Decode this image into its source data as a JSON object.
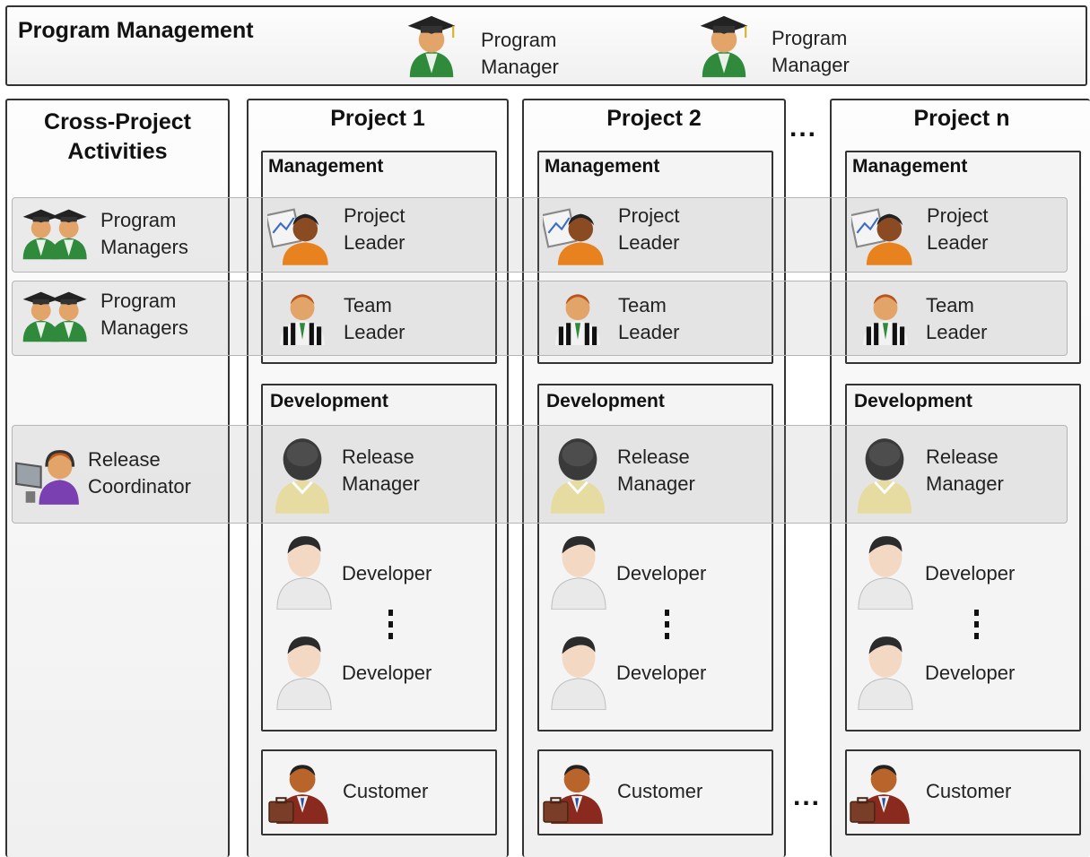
{
  "program_management": {
    "title": "Program Management",
    "managers": [
      {
        "label_line1": "Program",
        "label_line2": "Manager",
        "icon": "graduate-icon"
      },
      {
        "label_line1": "Program",
        "label_line2": "Manager",
        "icon": "graduate-icon"
      }
    ]
  },
  "cross_project": {
    "title_line1": "Cross-Project",
    "title_line2": "Activities",
    "rows": [
      {
        "label_line1": "Program",
        "label_line2": "Managers",
        "icon": "graduates-icon"
      },
      {
        "label_line1": "Program",
        "label_line2": "Managers",
        "icon": "graduates-icon"
      },
      {
        "label_line1": "Release",
        "label_line2": "Coordinator",
        "icon": "operator-icon"
      }
    ]
  },
  "ellipsis": "...",
  "projects": [
    {
      "title": "Project 1",
      "management_title": "Management",
      "project_leader": [
        "Project",
        "Leader"
      ],
      "team_leader": [
        "Team",
        "Leader"
      ],
      "development_title": "Development",
      "release_manager": [
        "Release",
        "Manager"
      ],
      "developer_1": "Developer",
      "developer_2": "Developer",
      "customer": "Customer"
    },
    {
      "title": "Project 2",
      "management_title": "Management",
      "project_leader": [
        "Project",
        "Leader"
      ],
      "team_leader": [
        "Team",
        "Leader"
      ],
      "development_title": "Development",
      "release_manager": [
        "Release",
        "Manager"
      ],
      "developer_1": "Developer",
      "developer_2": "Developer",
      "customer": "Customer"
    },
    {
      "title": "Project n",
      "management_title": "Management",
      "project_leader": [
        "Project",
        "Leader"
      ],
      "team_leader": [
        "Team",
        "Leader"
      ],
      "development_title": "Development",
      "release_manager": [
        "Release",
        "Manager"
      ],
      "developer_1": "Developer",
      "developer_2": "Developer",
      "customer": "Customer"
    }
  ],
  "colors": {
    "graduate_gown": "#2f8a3c",
    "skin": "#e3a46a",
    "dark_skin": "#8a4a22",
    "gray_person": "#5a5a5a",
    "release_shirt": "#e6dba0",
    "customer_suit": "#8a2a1e",
    "leader_shirt": "#e8821e",
    "coordinator_shirt": "#7a3fb0"
  }
}
